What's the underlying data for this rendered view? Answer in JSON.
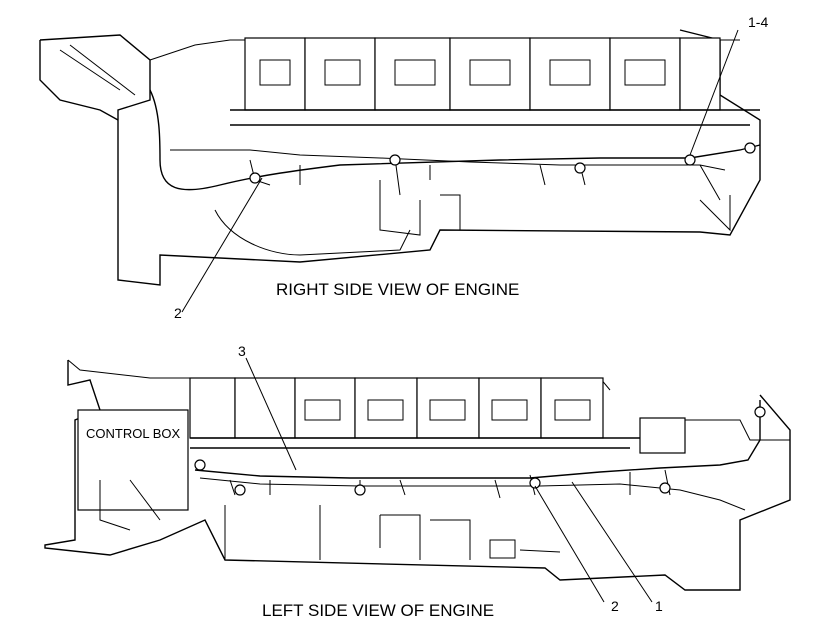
{
  "captions": {
    "right": "RIGHT SIDE VIEW OF ENGINE",
    "left": "LEFT SIDE VIEW OF ENGINE"
  },
  "labels": {
    "control_box": "CONTROL BOX"
  },
  "callouts": {
    "top_1_4": "1-4",
    "top_2": "2",
    "bottom_3": "3",
    "bottom_2": "2",
    "bottom_1": "1"
  }
}
